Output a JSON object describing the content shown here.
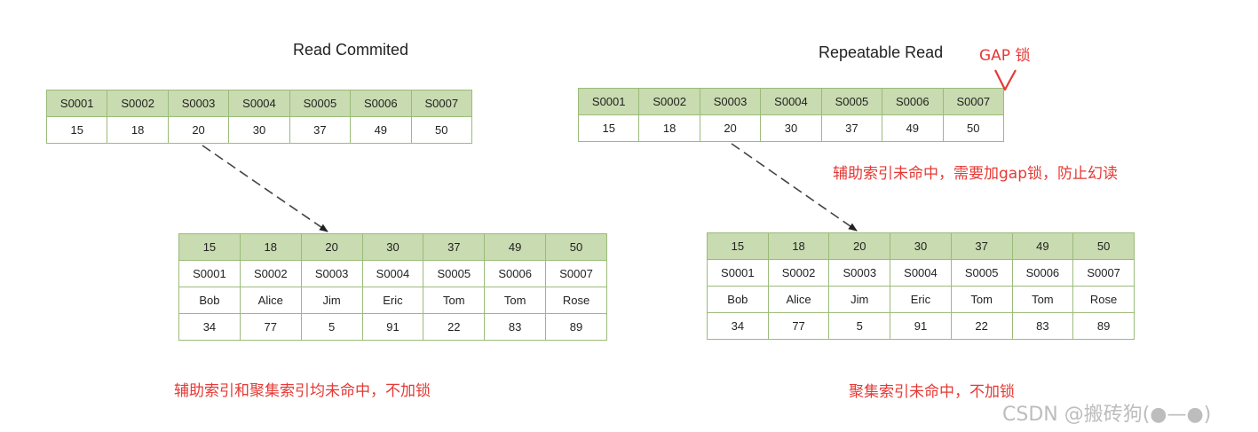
{
  "left": {
    "title": "Read Commited",
    "secondary_index": {
      "keys": [
        "S0001",
        "S0002",
        "S0003",
        "S0004",
        "S0005",
        "S0006",
        "S0007"
      ],
      "values": [
        "15",
        "18",
        "20",
        "30",
        "37",
        "49",
        "50"
      ]
    },
    "clustered_index": {
      "ids": [
        "15",
        "18",
        "20",
        "30",
        "37",
        "49",
        "50"
      ],
      "keys": [
        "S0001",
        "S0002",
        "S0003",
        "S0004",
        "S0005",
        "S0006",
        "S0007"
      ],
      "names": [
        "Bob",
        "Alice",
        "Jim",
        "Eric",
        "Tom",
        "Tom",
        "Rose"
      ],
      "scores": [
        "34",
        "77",
        "5",
        "91",
        "22",
        "83",
        "89"
      ]
    },
    "note": "辅助索引和聚集索引均未命中，不加锁"
  },
  "right": {
    "title": "Repeatable Read",
    "gap_label": "GAP 锁",
    "secondary_index": {
      "keys": [
        "S0001",
        "S0002",
        "S0003",
        "S0004",
        "S0005",
        "S0006",
        "S0007"
      ],
      "values": [
        "15",
        "18",
        "20",
        "30",
        "37",
        "49",
        "50"
      ]
    },
    "secondary_note": "辅助索引未命中，需要加gap锁，防止幻读",
    "clustered_index": {
      "ids": [
        "15",
        "18",
        "20",
        "30",
        "37",
        "49",
        "50"
      ],
      "keys": [
        "S0001",
        "S0002",
        "S0003",
        "S0004",
        "S0005",
        "S0006",
        "S0007"
      ],
      "names": [
        "Bob",
        "Alice",
        "Jim",
        "Eric",
        "Tom",
        "Tom",
        "Rose"
      ],
      "scores": [
        "34",
        "77",
        "5",
        "91",
        "22",
        "83",
        "89"
      ]
    },
    "note": "聚集索引未命中，不加锁"
  },
  "watermark": "CSDN @搬砖狗(●—●)",
  "colors": {
    "header_fill": "#c9dbb0",
    "border": "#9bbb7a",
    "annotation": "#e53935"
  }
}
